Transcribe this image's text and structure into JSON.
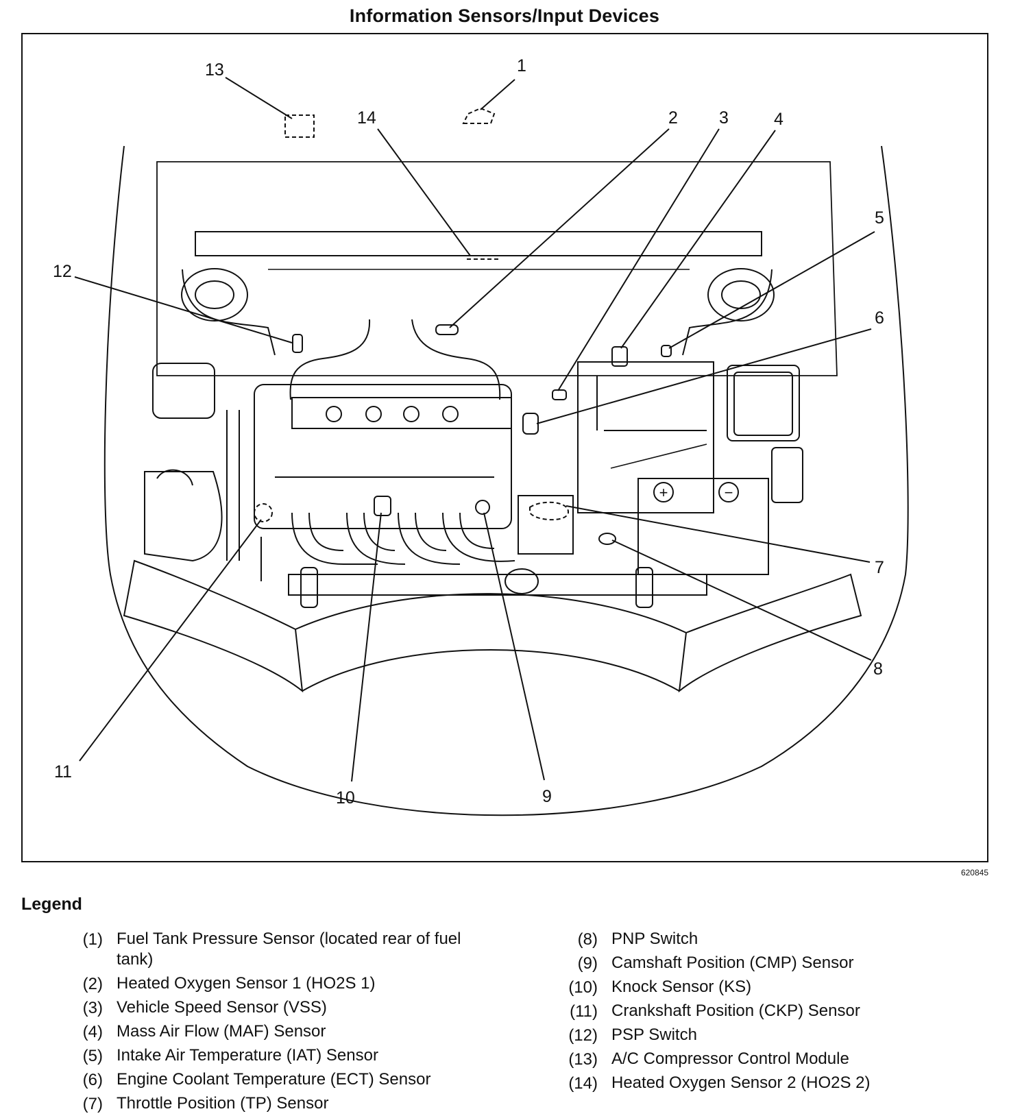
{
  "title": "Information Sensors/Input Devices",
  "figure_id": "620845",
  "legend_title": "Legend",
  "callouts": [
    {
      "id": "1"
    },
    {
      "id": "2"
    },
    {
      "id": "3"
    },
    {
      "id": "4"
    },
    {
      "id": "5"
    },
    {
      "id": "6"
    },
    {
      "id": "7"
    },
    {
      "id": "8"
    },
    {
      "id": "9"
    },
    {
      "id": "10"
    },
    {
      "id": "11"
    },
    {
      "id": "12"
    },
    {
      "id": "13"
    },
    {
      "id": "14"
    }
  ],
  "legend_left": [
    {
      "num": "(1)",
      "text": "Fuel Tank Pressure Sensor (located rear of fuel tank)"
    },
    {
      "num": "(2)",
      "text": "Heated Oxygen Sensor 1 (HO2S 1)"
    },
    {
      "num": "(3)",
      "text": "Vehicle Speed Sensor (VSS)"
    },
    {
      "num": "(4)",
      "text": "Mass Air Flow (MAF) Sensor"
    },
    {
      "num": "(5)",
      "text": "Intake Air Temperature (IAT) Sensor"
    },
    {
      "num": "(6)",
      "text": "Engine Coolant Temperature (ECT) Sensor"
    },
    {
      "num": "(7)",
      "text": "Throttle Position (TP) Sensor"
    }
  ],
  "legend_right": [
    {
      "num": "(8)",
      "text": "PNP Switch"
    },
    {
      "num": "(9)",
      "text": "Camshaft Position (CMP) Sensor"
    },
    {
      "num": "(10)",
      "text": "Knock Sensor (KS)"
    },
    {
      "num": "(11)",
      "text": "Crankshaft Position (CKP) Sensor"
    },
    {
      "num": "(12)",
      "text": "PSP Switch"
    },
    {
      "num": "(13)",
      "text": "A/C Compressor Control Module"
    },
    {
      "num": "(14)",
      "text": "Heated Oxygen Sensor 2 (HO2S 2)"
    }
  ]
}
